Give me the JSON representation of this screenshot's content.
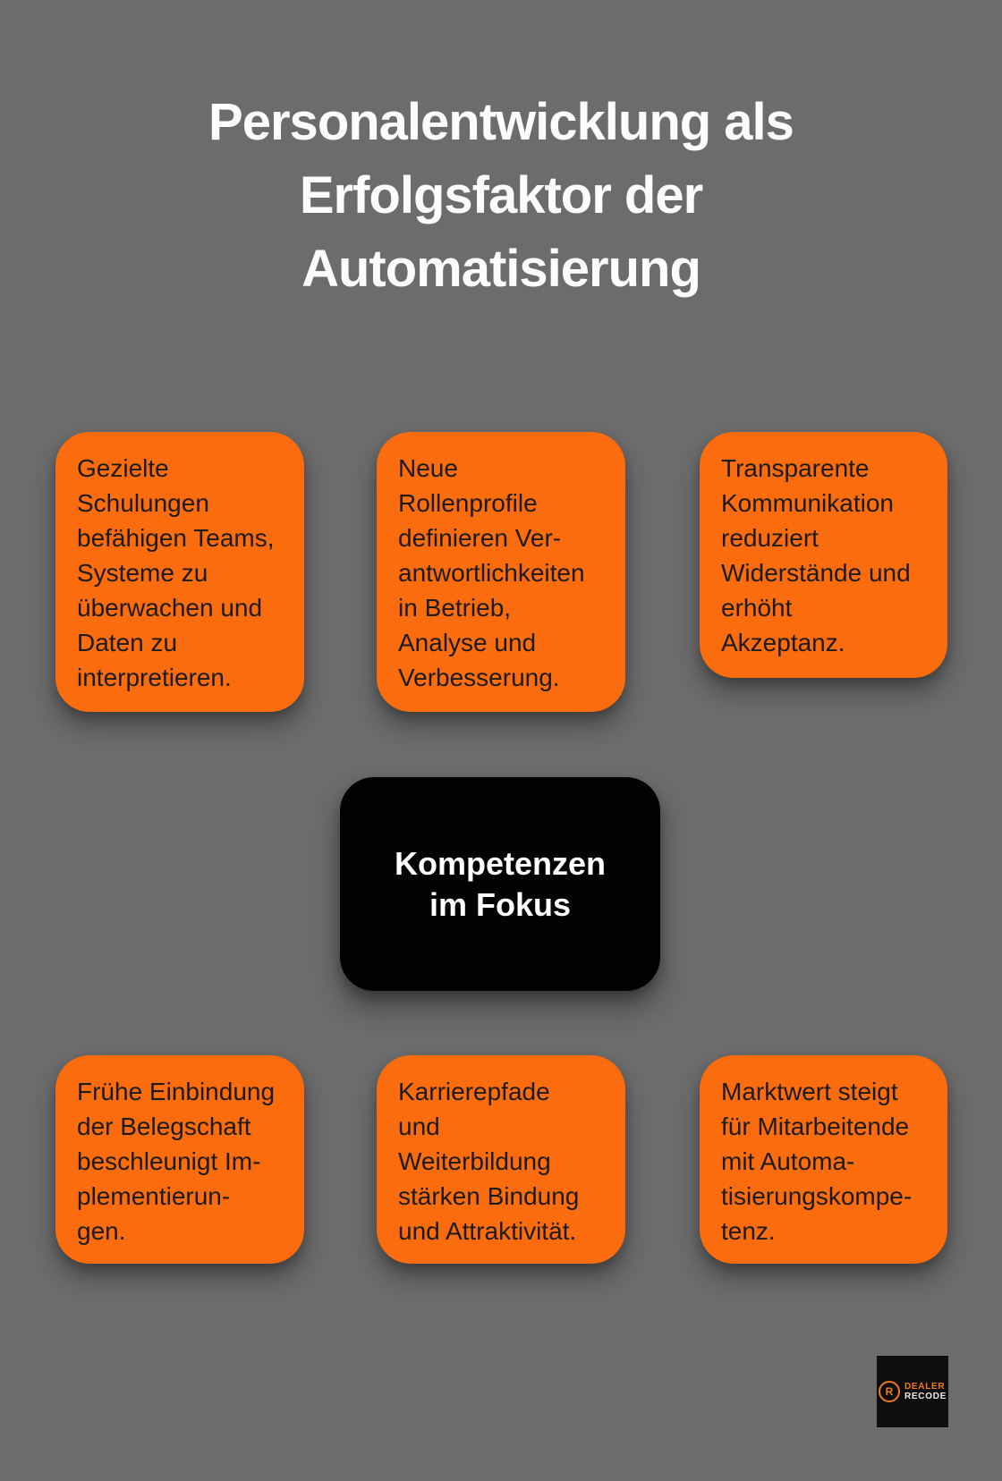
{
  "colors": {
    "background": "#6c6c6c",
    "card_orange": "#fa6c0d",
    "node_black": "#020202",
    "card_text": "#1b1b1b",
    "title_text": "#fcfcfc",
    "logo_bg": "#0e0e0e",
    "logo_dealer": "#f07a1a",
    "logo_recode": "#ececec"
  },
  "title": "Personalentwicklung als\nErfolgsfaktor der\nAutomatisierung",
  "center_node": {
    "label": "Kompetenzen\nim Fokus"
  },
  "cards": [
    {
      "text": "Gezielte\nSchulungen\nbefähigen Teams,\nSysteme zu\nüberwachen und\nDaten zu\ninterpretieren."
    },
    {
      "text": "Neue\nRollenprofile\ndefinieren Ver-\nantwortlichkeiten\nin Betrieb,\nAnalyse und\nVerbesserung."
    },
    {
      "text": "Transparente\nKommunikation\nreduziert\nWiderstände und\nerhöht\nAkzeptanz."
    },
    {
      "text": "Frühe Einbindung\nder Belegschaft\nbeschleunigt Im-\nplementierun-\ngen."
    },
    {
      "text": "Karrierepfade\nund\nWeiterbildung\nstärken Bindung\nund Attraktivität."
    },
    {
      "text": "Marktwert steigt\nfür Mitarbeitende\nmit Automa-\ntisierungskompe-\ntenz."
    }
  ],
  "logo": {
    "icon": "R",
    "line1": "DEALER",
    "line2": "RECODE"
  }
}
